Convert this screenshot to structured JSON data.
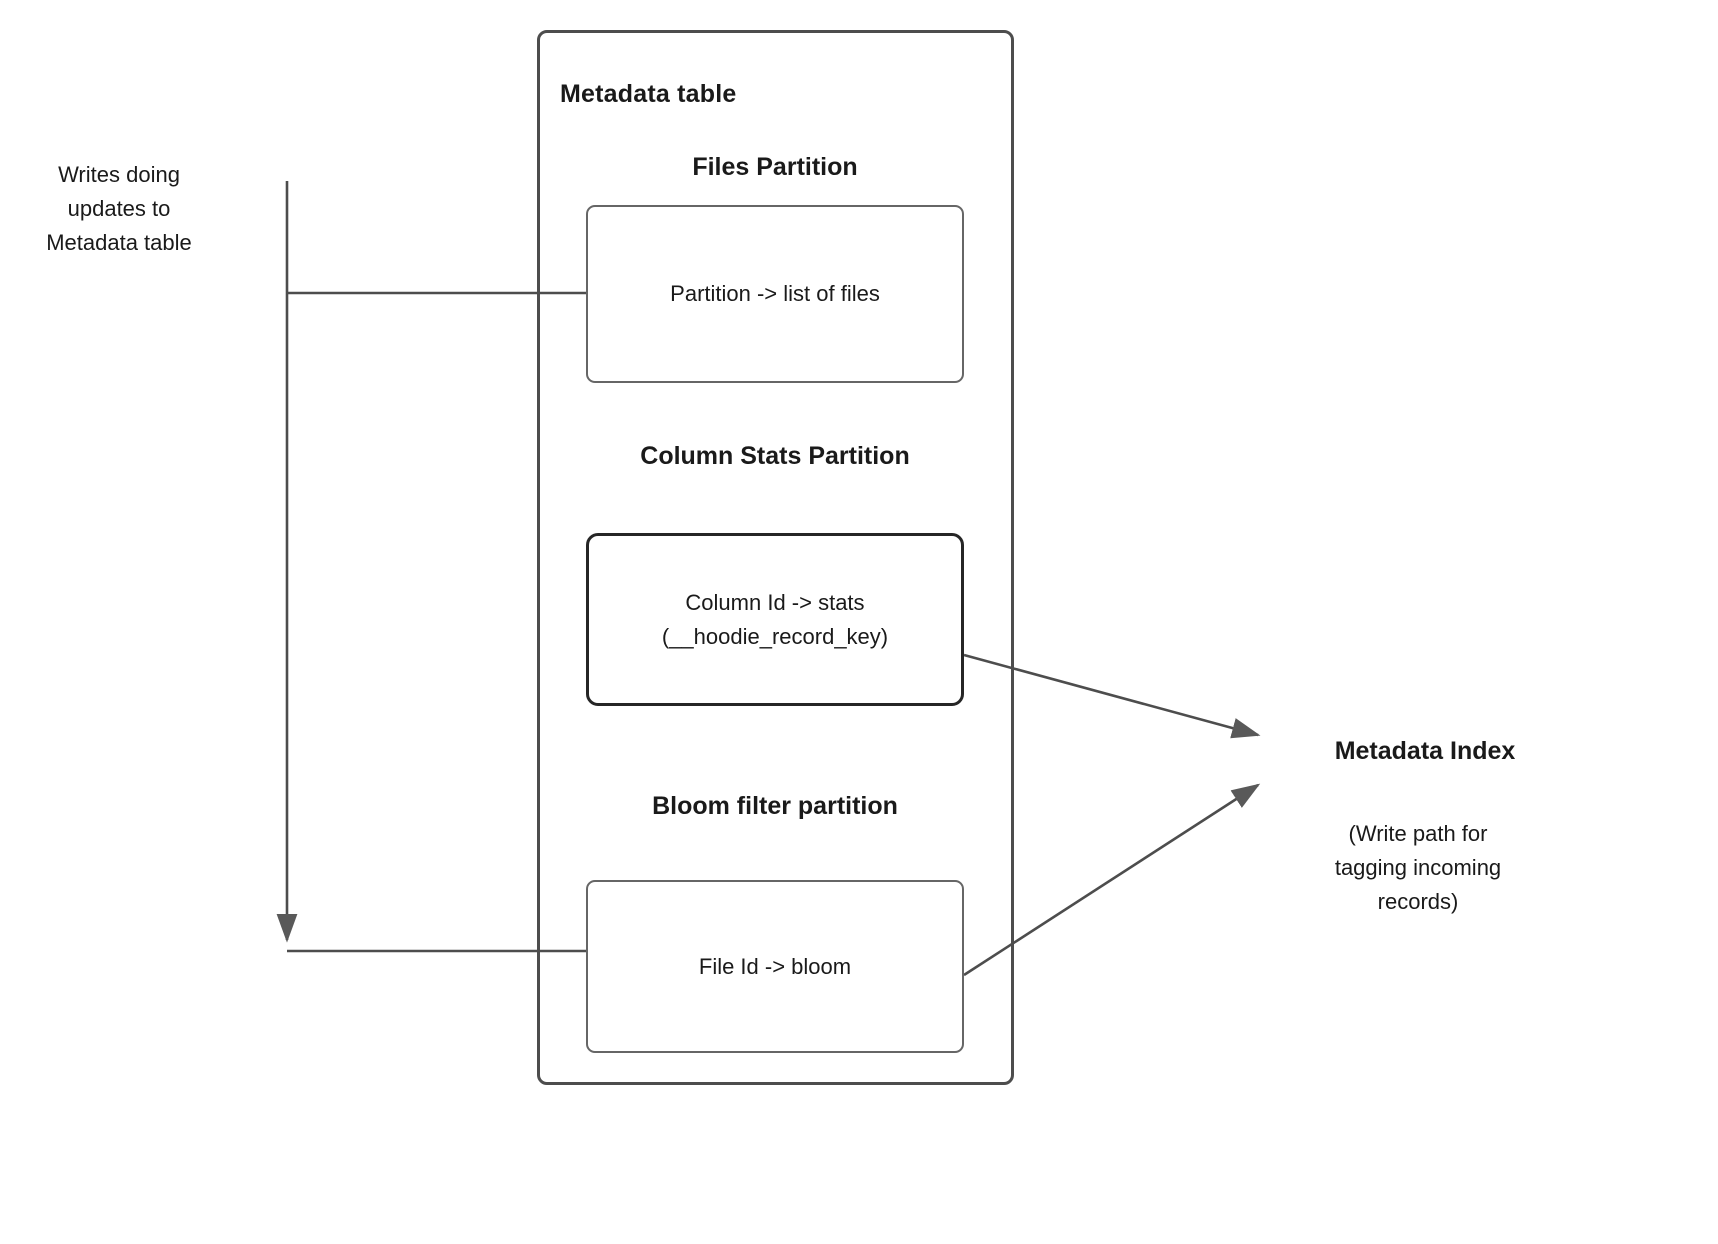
{
  "diagram": {
    "container": {
      "title": "Metadata table"
    },
    "left_caption": {
      "text": "Writes doing\nupdates to\nMetadata table"
    },
    "sections": [
      {
        "id": "files",
        "heading": "Files Partition",
        "box_text": "Partition -> list of files"
      },
      {
        "id": "column-stats",
        "heading": "Column Stats\nPartition",
        "box_text": "Column Id  -> stats\n(__hoodie_record_key)"
      },
      {
        "id": "bloom-filter",
        "heading": "Bloom filter\npartition",
        "box_text": "File Id -> bloom"
      }
    ],
    "right_label": {
      "title": "Metadata Index",
      "note": "(Write path for\ntagging incoming\nrecords)"
    },
    "colors": {
      "outer_border": "#4d4d4d",
      "inner_border": "#666666",
      "emphasis_border": "#262626",
      "line": "#4d4d4d",
      "arrow_fill": "#595959",
      "text": "#1a1a1a",
      "background": "#ffffff"
    }
  }
}
